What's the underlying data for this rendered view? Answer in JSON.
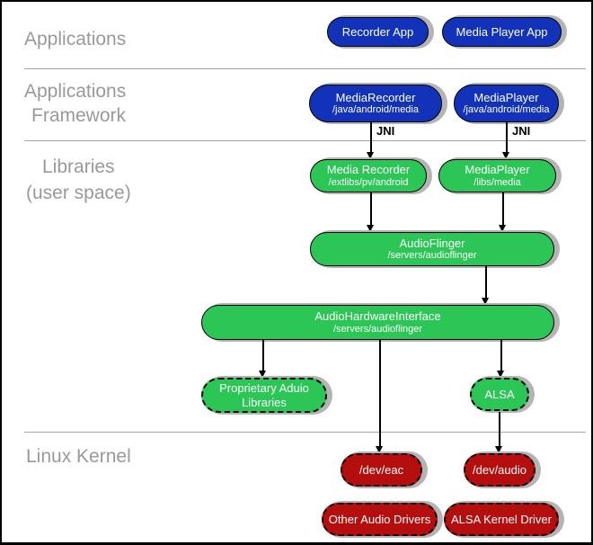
{
  "layers": [
    {
      "name": "applications",
      "lines": [
        "Applications"
      ]
    },
    {
      "name": "applications-framework",
      "lines": [
        "Applications",
        "Framework"
      ]
    },
    {
      "name": "libraries-user-space",
      "lines": [
        "Libraries",
        "(user space)"
      ]
    },
    {
      "name": "linux-kernel",
      "lines": [
        "Linux Kernel"
      ]
    }
  ],
  "nodes": {
    "recorder_app": {
      "title": "Recorder App"
    },
    "media_player_app": {
      "title": "Media Player App"
    },
    "media_recorder_fw": {
      "title": "MediaRecorder",
      "subtitle": "/java/android/media"
    },
    "media_player_fw": {
      "title": "MediaPlayer",
      "subtitle": "/java/android/media"
    },
    "media_recorder_lib": {
      "title": "Media Recorder",
      "subtitle": "/extlibs/pv/android"
    },
    "media_player_lib": {
      "title": "MediaPlayer",
      "subtitle": "/libs/media"
    },
    "audioflinger": {
      "title": "AudioFlinger",
      "subtitle": "/servers/audioflinger"
    },
    "audio_hw_interface": {
      "title": "AudioHardwareInterface",
      "subtitle": "/servers/audioflinger"
    },
    "proprietary_audio": {
      "title": "Proprietary Aduio",
      "line2": "Libraries"
    },
    "alsa": {
      "title": "ALSA"
    },
    "dev_eac": {
      "title": "/dev/eac"
    },
    "dev_audio": {
      "title": "/dev/audio"
    },
    "other_audio_drivers": {
      "title": "Other Audio Drivers"
    },
    "alsa_kernel_driver": {
      "title": "ALSA Kernel Driver"
    }
  },
  "connector_labels": {
    "jni": "JNI"
  },
  "colors": {
    "framework_blue": "#1232ba",
    "library_green": "#2bc656",
    "kernel_red": "#b50e0e",
    "shadow_gray": "#b4b4b4",
    "layer_label_gray": "#999999",
    "divider_gray": "#a6a6a6"
  }
}
